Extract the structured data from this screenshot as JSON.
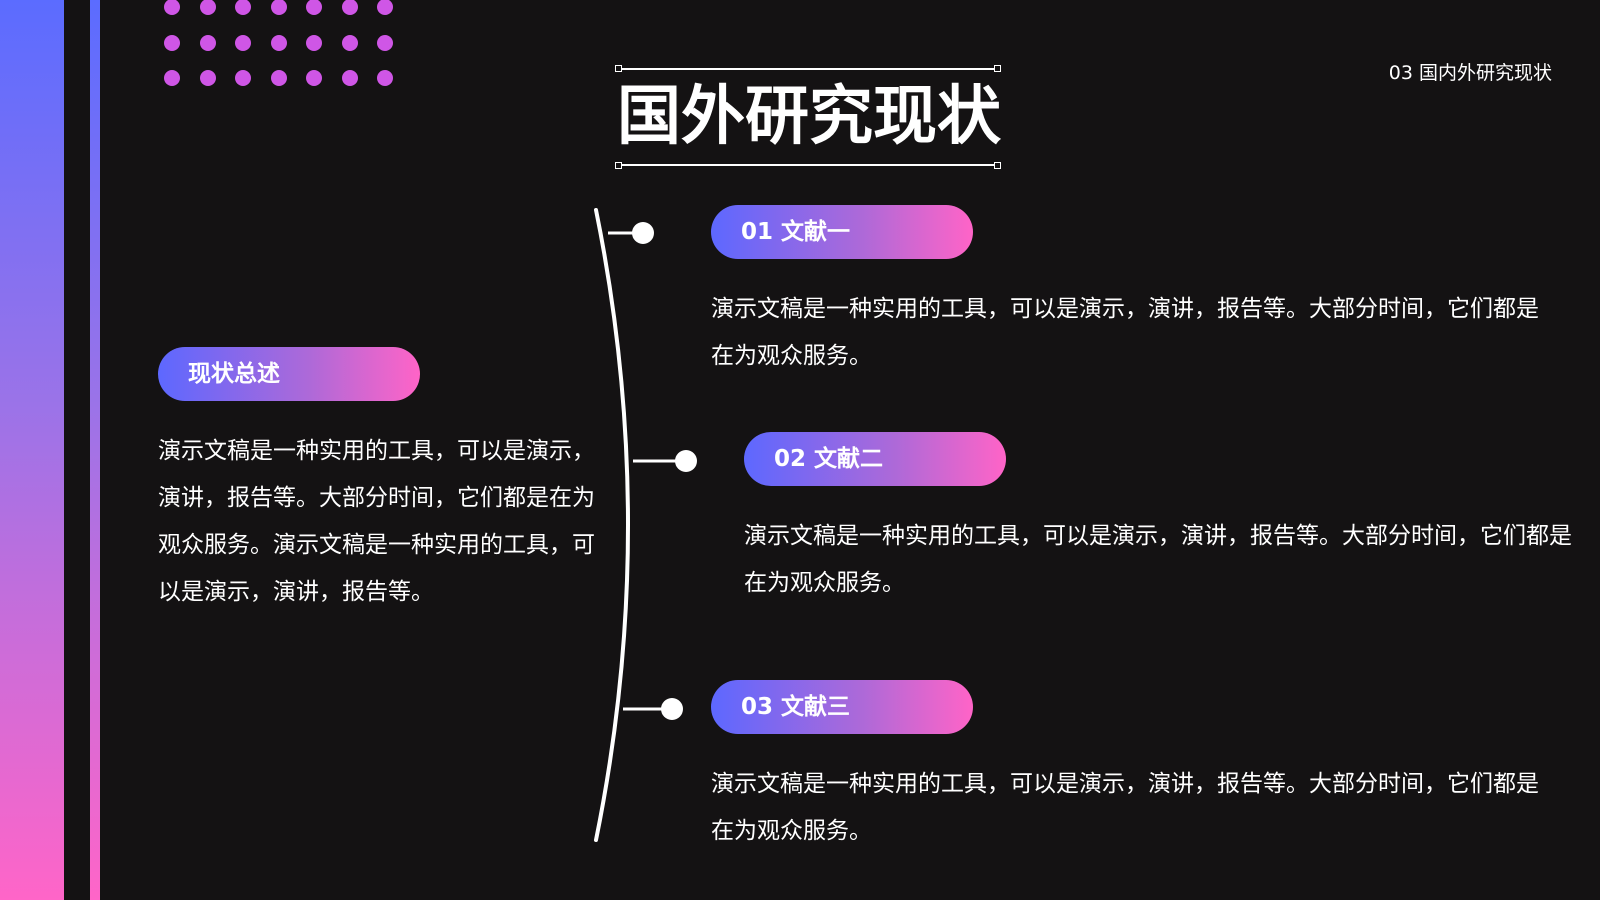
{
  "slide": {
    "section_label": "03 国内外研究现状",
    "title": "国外研究现状",
    "summary": {
      "label": "现状总述",
      "text": "演示文稿是一种实用的工具，可以是演示，演讲，报告等。大部分时间，它们都是在为观众服务。演示文稿是一种实用的工具，可以是演示，演讲，报告等。"
    },
    "items": [
      {
        "label": "01 文献一",
        "text": "演示文稿是一种实用的工具，可以是演示，演讲，报告等。大部分时间，它们都是在为观众服务。"
      },
      {
        "label": "02 文献二",
        "text": "演示文稿是一种实用的工具，可以是演示，演讲，报告等。大部分时间，它们都是在为观众服务。"
      },
      {
        "label": "03 文献三",
        "text": "演示文稿是一种实用的工具，可以是演示，演讲，报告等。大部分时间，它们都是在为观众服务。"
      }
    ]
  },
  "colors": {
    "background": "#141213",
    "gradient_start": "#5b6cff",
    "gradient_end": "#ff65c8",
    "dots": "#cf56e6",
    "text": "#ffffff"
  }
}
